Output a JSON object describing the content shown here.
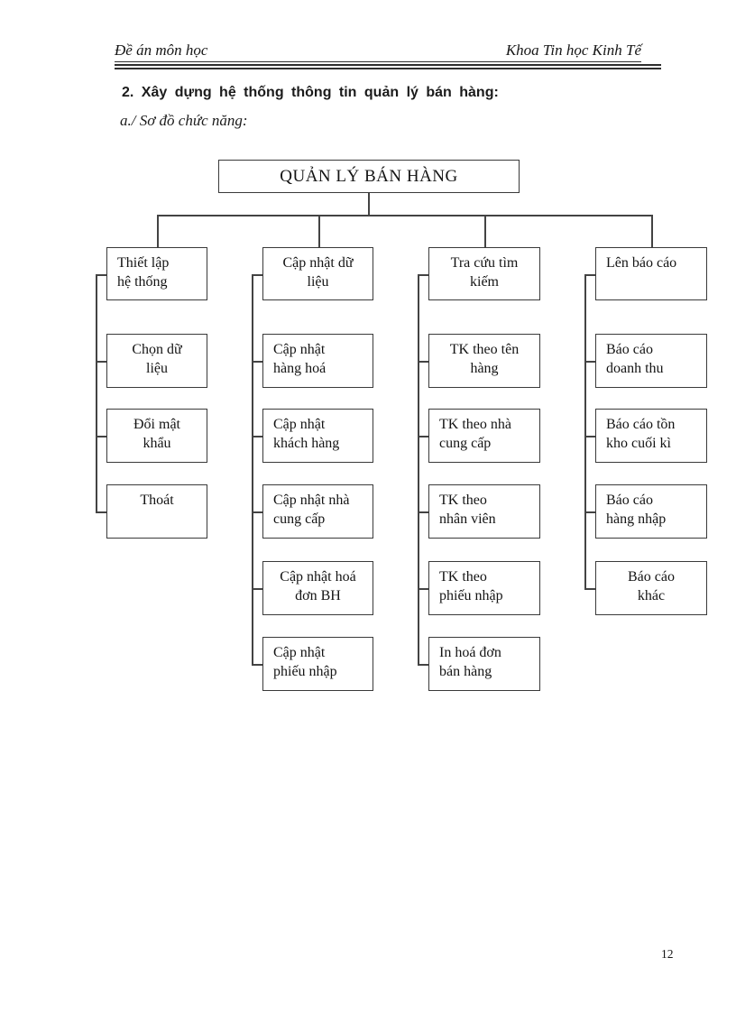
{
  "page": {
    "header": {
      "left": "Đề án môn học",
      "right": "Khoa Tin học Kinh Tế"
    },
    "title": "2. Xây dựng hệ thống thông tin quản lý bán hàng:",
    "subtitle": "a./ Sơ đồ chức năng:",
    "page_number": "12"
  },
  "diagram": {
    "root": {
      "label": "QUẢN LÝ BÁN HÀNG"
    },
    "columns": [
      {
        "header": {
          "lines": [
            "Thiết lập",
            "hệ thống"
          ],
          "align": "left"
        },
        "children": [
          {
            "lines": [
              "Chọn dữ",
              "liệu"
            ],
            "align": "center"
          },
          {
            "lines": [
              "Đổi mật",
              "khẩu"
            ],
            "align": "center"
          },
          {
            "lines": [
              "Thoát"
            ],
            "align": "center"
          }
        ]
      },
      {
        "header": {
          "lines": [
            "Cập nhật dữ",
            "liệu"
          ],
          "align": "center"
        },
        "children": [
          {
            "lines": [
              "Cập nhật",
              "hàng hoá"
            ],
            "align": "left"
          },
          {
            "lines": [
              "Cập nhật",
              "khách hàng"
            ],
            "align": "left"
          },
          {
            "lines": [
              "Cập nhật nhà",
              "cung cấp"
            ],
            "align": "left"
          },
          {
            "lines": [
              "Cập nhật hoá",
              "đơn BH"
            ],
            "align": "center"
          },
          {
            "lines": [
              "Cập nhật",
              "phiếu nhập"
            ],
            "align": "left"
          }
        ]
      },
      {
        "header": {
          "lines": [
            "Tra cứu tìm",
            "kiếm"
          ],
          "align": "center"
        },
        "children": [
          {
            "lines": [
              "TK theo tên",
              "hàng"
            ],
            "align": "center"
          },
          {
            "lines": [
              "TK theo nhà",
              "cung cấp"
            ],
            "align": "left"
          },
          {
            "lines": [
              "TK theo",
              "nhân viên"
            ],
            "align": "left"
          },
          {
            "lines": [
              "TK theo",
              "phiếu nhập"
            ],
            "align": "left"
          },
          {
            "lines": [
              "In hoá đơn",
              "bán hàng"
            ],
            "align": "left"
          }
        ]
      },
      {
        "header": {
          "lines": [
            "Lên báo cáo"
          ],
          "align": "left"
        },
        "children": [
          {
            "lines": [
              "Báo cáo",
              "doanh thu"
            ],
            "align": "left"
          },
          {
            "lines": [
              "Báo cáo tồn",
              "kho cuối kì"
            ],
            "align": "left"
          },
          {
            "lines": [
              "Báo cáo",
              "hàng nhập"
            ],
            "align": "left"
          },
          {
            "lines": [
              "Báo cáo",
              "khác"
            ],
            "align": "center"
          }
        ]
      }
    ]
  },
  "colors": {
    "ink": "#141414",
    "line": "#434343",
    "paper": "#ffffff"
  }
}
